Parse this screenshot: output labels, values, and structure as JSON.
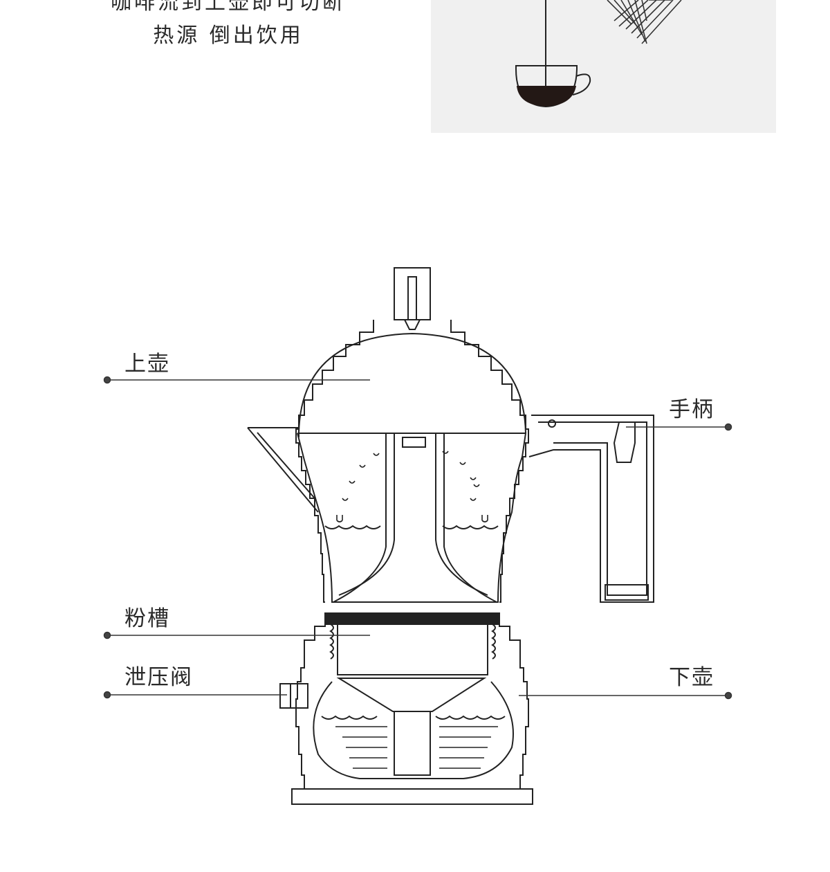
{
  "caption": {
    "line1": "咖啡流到上壶即可切断",
    "line2": "热源 倒出饮用"
  },
  "labels": {
    "upper_pot": "上壶",
    "handle": "手柄",
    "powder_basket": "粉槽",
    "pressure_valve": "泄压阀",
    "lower_pot": "下壶"
  },
  "colors": {
    "panel_bg": "#f0f0f0",
    "line": "#222222",
    "coffee": "#231815"
  }
}
